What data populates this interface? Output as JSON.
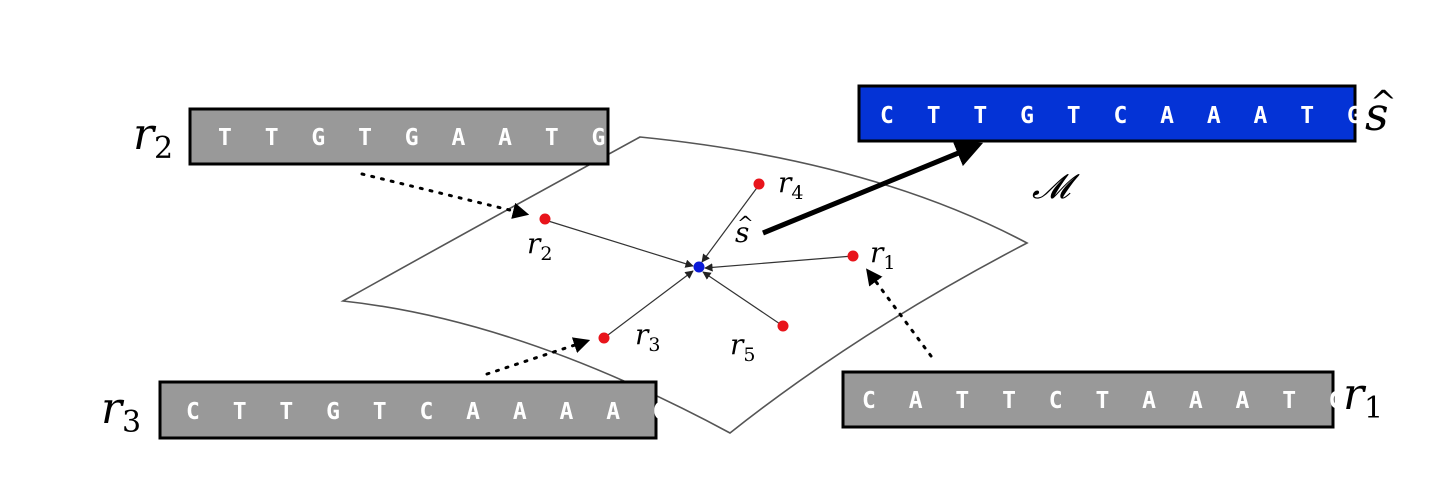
{
  "manifold_label": "𝓜",
  "consensus": {
    "sequence": "C T T G T C A A A T G",
    "label_base": "s",
    "label_hat": "^",
    "color": "#0433d6"
  },
  "reads": [
    {
      "id": "r1",
      "base": "r",
      "sub": "1",
      "sequence": "C A T T C T A A A T G",
      "color": "#999999"
    },
    {
      "id": "r2",
      "base": "r",
      "sub": "2",
      "sequence": "T T G T G A A T G",
      "color": "#999999"
    },
    {
      "id": "r3",
      "base": "r",
      "sub": "3",
      "sequence": "C T T G T C A A A A G",
      "color": "#999999"
    }
  ],
  "points": [
    {
      "id": "r1",
      "base": "r",
      "sub": "1",
      "color": "#e8141b"
    },
    {
      "id": "r2",
      "base": "r",
      "sub": "2",
      "color": "#e8141b"
    },
    {
      "id": "r3",
      "base": "r",
      "sub": "3",
      "color": "#e8141b"
    },
    {
      "id": "r4",
      "base": "r",
      "sub": "4",
      "color": "#e8141b"
    },
    {
      "id": "r5",
      "base": "r",
      "sub": "5",
      "color": "#e8141b"
    }
  ],
  "center_point": {
    "base": "s",
    "hat": "^",
    "color": "#0a1ad8"
  }
}
